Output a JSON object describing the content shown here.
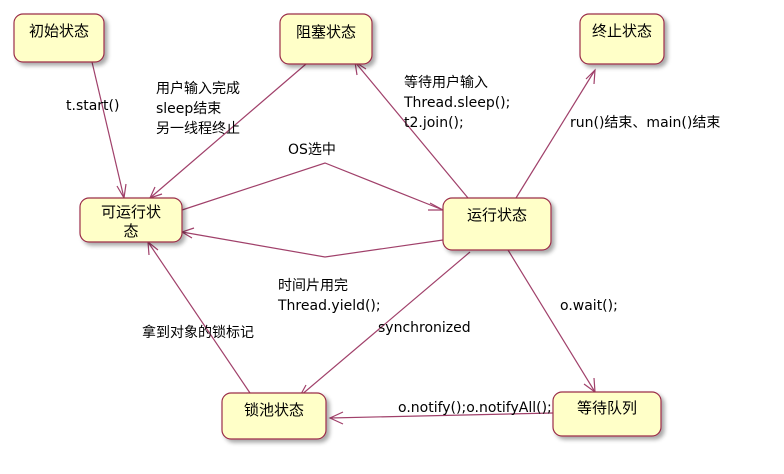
{
  "states": {
    "initial": "初始状态",
    "blocked": "阻塞状态",
    "terminated": "终止状态",
    "runnable_line1": "可运行状",
    "runnable_line2": "态",
    "running": "运行状态",
    "lock_pool": "锁池状态",
    "wait_queue": "等待队列"
  },
  "transitions": {
    "start": "t.start()",
    "unblock_1": "用户输入完成",
    "unblock_2": "sleep结束",
    "unblock_3": "另一线程终止",
    "os_select": "OS选中",
    "block_1": "等待用户输入",
    "block_2": "Thread.sleep();",
    "block_3": "t2.join();",
    "terminate": "run()结束、main()结束",
    "yield_1": "时间片用完",
    "yield_2": "Thread.yield();",
    "synchronized": "synchronized",
    "lock_acquired": "拿到对象的锁标记",
    "wait": "o.wait();",
    "notify": "o.notify();o.notifyAll();"
  }
}
